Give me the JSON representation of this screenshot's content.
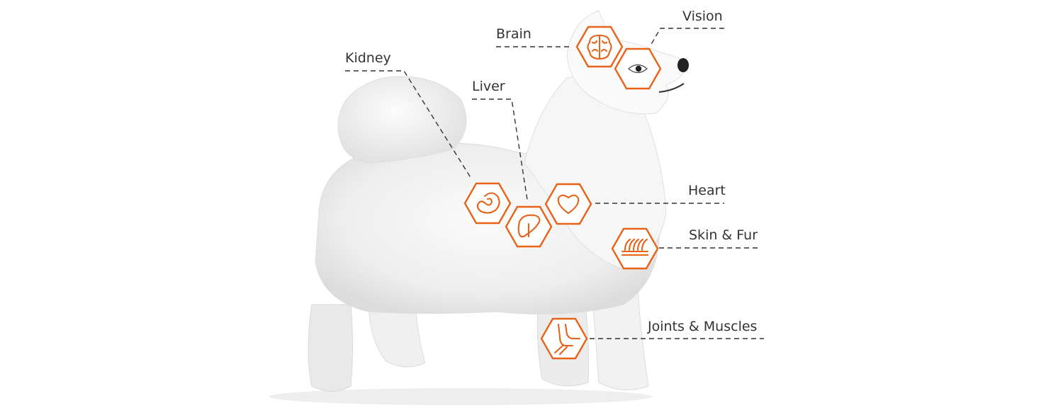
{
  "accent_color": "#e8621a",
  "labels": {
    "brain": "Brain",
    "vision": "Vision",
    "kidney": "Kidney",
    "liver": "Liver",
    "heart": "Heart",
    "skin_fur": "Skin & Fur",
    "joints_muscles": "Joints & Muscles"
  },
  "icons": [
    "brain-icon",
    "eye-icon",
    "kidney-icon",
    "liver-icon",
    "heart-icon",
    "fur-icon",
    "joint-icon"
  ],
  "subject": "white-dog-photo"
}
